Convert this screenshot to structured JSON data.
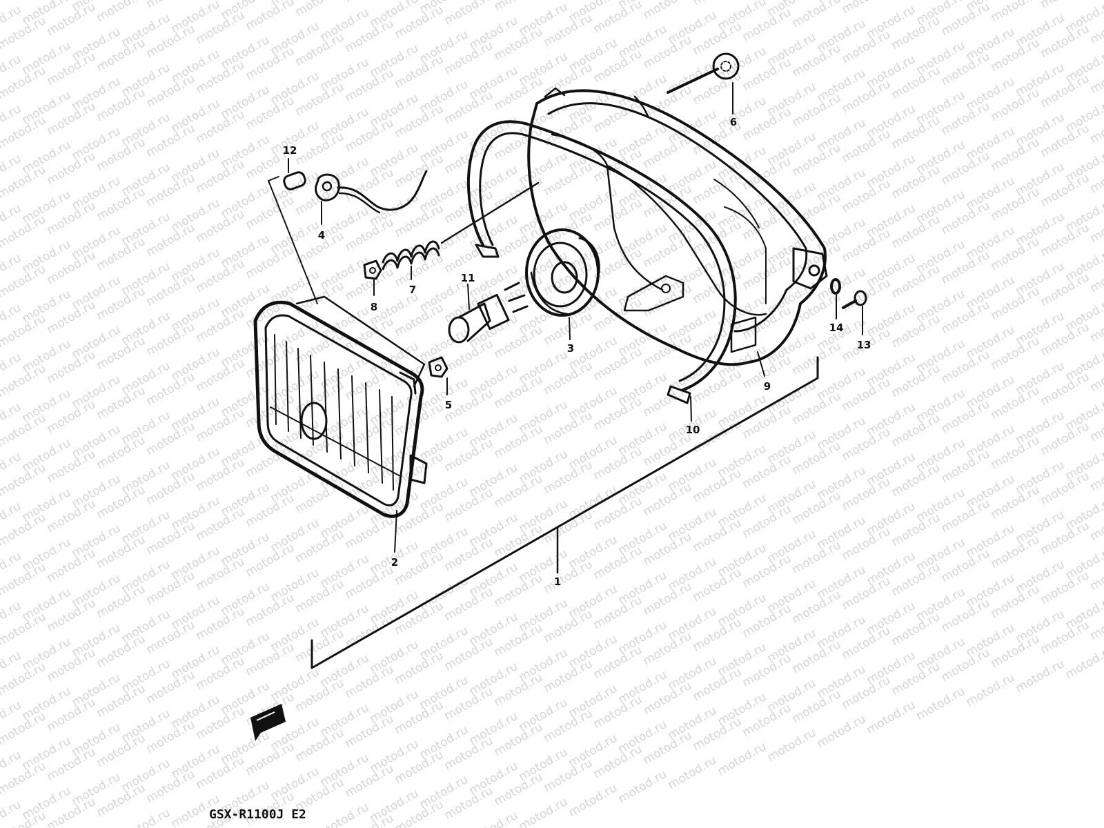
{
  "watermark": "motod.ru",
  "model_caption": "GSX-R1100J E2",
  "callouts": [
    "1",
    "2",
    "3",
    "4",
    "5",
    "6",
    "7",
    "8",
    "9",
    "10",
    "11",
    "12",
    "13",
    "14"
  ],
  "direction_icon": "front-arrow-icon",
  "colors": {
    "ink": "#111111",
    "watermark": "#d4d4d4",
    "background": "#ffffff"
  }
}
